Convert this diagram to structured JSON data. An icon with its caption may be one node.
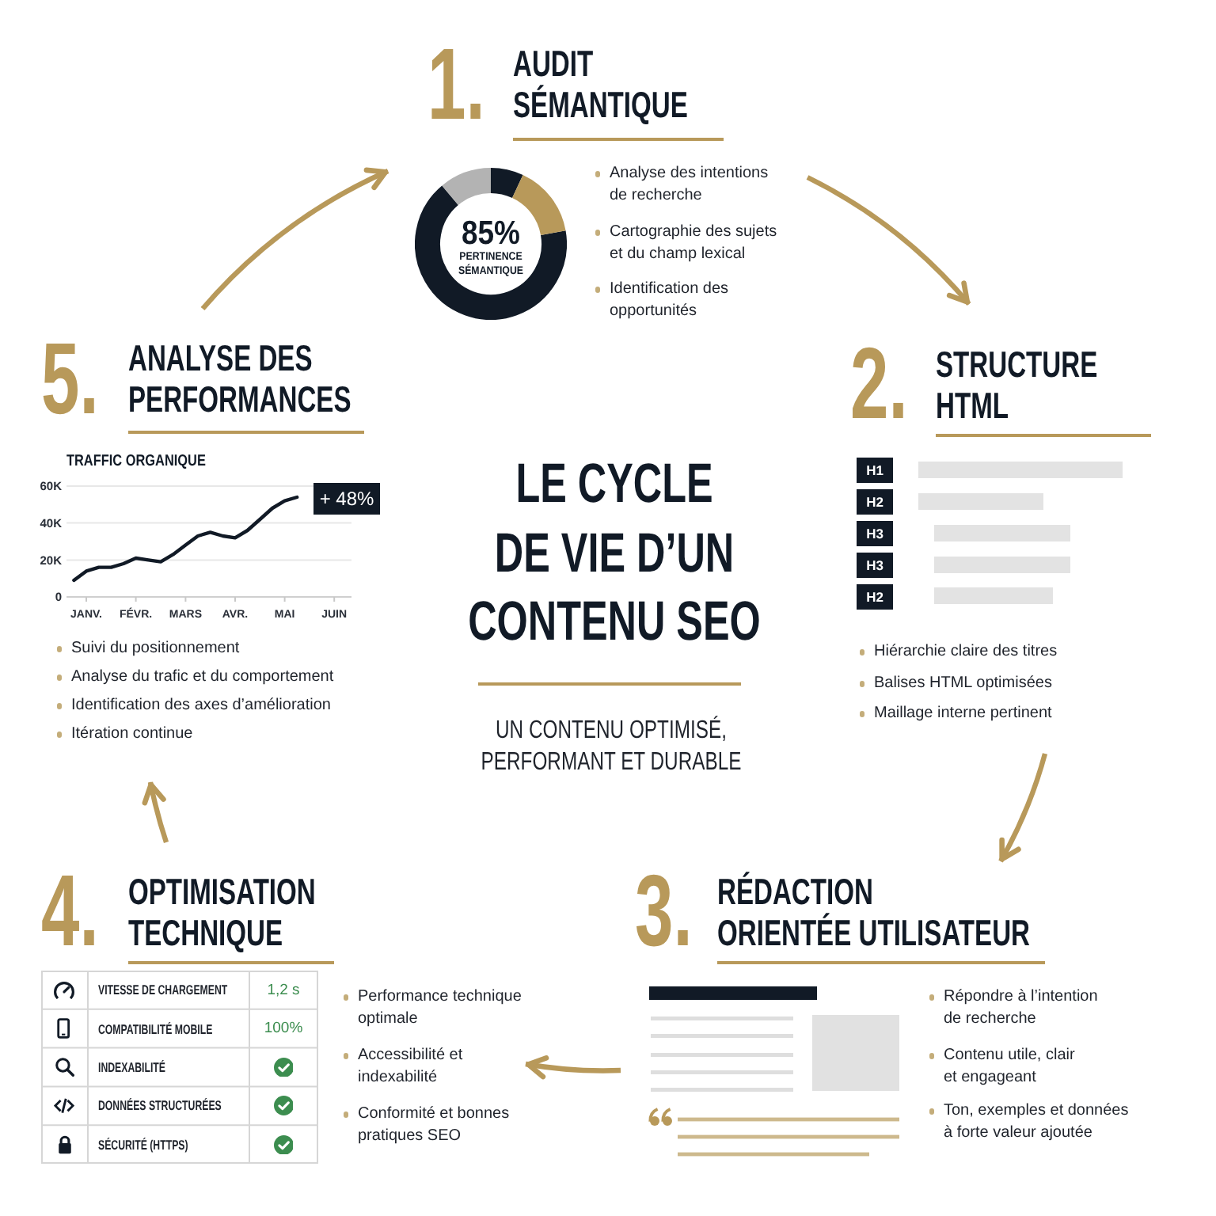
{
  "diagram": {
    "title": "LE CYCLE DE VIE D’UN CONTENU SEO",
    "caption": "UN CONTENU OPTIMISÉ, PERFORMANT ET DURABLE",
    "nodes": [
      {
        "text": [
          "1.",
          "AUDIT SÉMANTIQUE",
          "Analyse des intentions de recherche",
          "Cartographie des sujets et du champ lexical",
          "Identification des opportunités"
        ]
      },
      {
        "text": [
          "85%",
          "PERTINENCE SÉMANTIQUE"
        ],
        "in": 0
      },
      {
        "text": [
          "2.",
          "STRUCTURE HTML",
          "Hiérarchie claire des titres",
          "Balises HTML optimisées",
          "Maillage interne pertinent"
        ]
      },
      {
        "text": [
          "3.",
          "RÉDACTION ORIENTÉE UTILISATEUR",
          "Répondre à l’intention de recherche",
          "Contenu utile, clair et engageant",
          "Ton, exemples et données à forte valeur ajoutée"
        ]
      },
      {
        "text": [
          "4.",
          "OPTIMISATION TECHNIQUE",
          "Performance technique optimale",
          "Accessibilité et indexabilité",
          "Conformité et bonnes pratiques SEO"
        ]
      },
      {
        "text": [
          "5.",
          "ANALYSE DES PERFORMANCES",
          "Suivi du positionnement",
          "Analyse du trafic et du comportement",
          "Identification des axes d’amélioration",
          "Itération continue"
        ]
      }
    ],
    "edges": [
      {
        "from": 5,
        "to": 0,
        "arrow": "to"
      },
      {
        "from": 0,
        "to": 2,
        "arrow": "to"
      },
      {
        "from": 2,
        "to": 3,
        "arrow": "to"
      },
      {
        "from": 3,
        "to": 4,
        "arrow": "to"
      },
      {
        "from": 4,
        "to": 5,
        "arrow": "to"
      }
    ],
    "labels": [
      "H1",
      "H2",
      "H3",
      "H3",
      "H2",
      "VITESSE DE CHARGEMENT",
      "1,2 s",
      "COMPATIBILITÉ MOBILE",
      "100%",
      "INDEXABILITÉ",
      "DONNÉES STRUCTURÉES",
      "SÉCURITÉ (HTTPS)"
    ],
    "chart_data": {
      "type": "line",
      "title": "TRAFFIC ORGANIQUE",
      "categories": [
        null,
        "JANV.",
        null,
        null,
        null,
        "FÉVR.",
        null,
        null,
        null,
        "MARS",
        null,
        null,
        null,
        "AVR.",
        null,
        null,
        null,
        "MAI",
        null,
        null,
        null,
        "JUIN"
      ],
      "series": [
        {
          "color": "#111a26",
          "values": [
            9,
            14,
            16,
            16,
            18,
            21,
            20,
            19,
            23,
            28,
            33,
            35,
            33,
            32,
            36,
            42,
            48,
            52,
            54,
            null,
            null,
            null
          ]
        }
      ],
      "ylim": [
        0,
        60
      ],
      "yticks": [
        {
          "value": 0,
          "label": "0"
        },
        {
          "value": 20,
          "label": "20K"
        },
        {
          "value": 40,
          "label": "40K"
        },
        {
          "value": 60,
          "label": "60K"
        }
      ],
      "annotations": [
        "+ 48%"
      ]
    }
  }
}
